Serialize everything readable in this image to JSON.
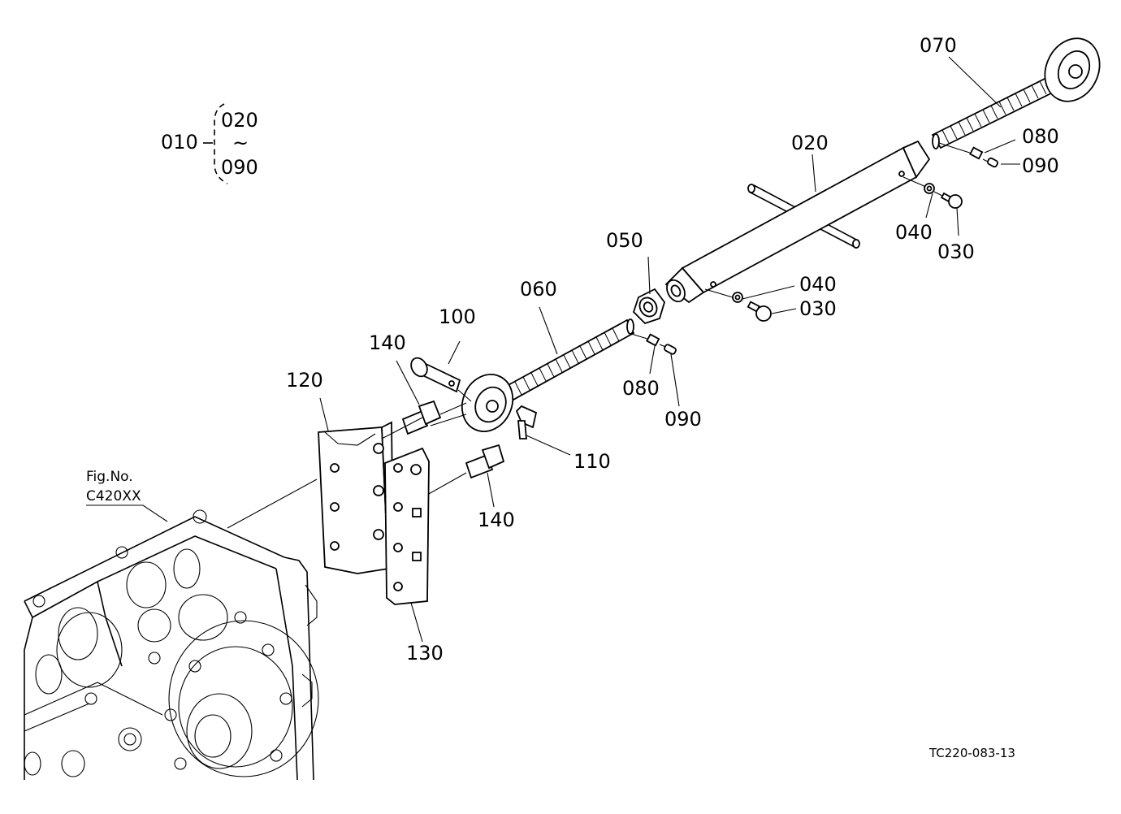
{
  "assembly": {
    "main": "010",
    "range_start": "020",
    "range_tilde": "~",
    "range_end": "090"
  },
  "labels": {
    "p070": "070",
    "p020": "020",
    "p080_top": "080",
    "p090_top": "090",
    "p040_top": "040",
    "p030_top": "030",
    "p050": "050",
    "p060": "060",
    "p040_mid": "040",
    "p030_mid": "030",
    "p100": "100",
    "p140_top": "140",
    "p120": "120",
    "p080_bot": "080",
    "p090_bot": "090",
    "p110": "110",
    "p140_bot": "140",
    "p130": "130"
  },
  "figref": {
    "line1": "Fig.No.",
    "line2": "C420XX"
  },
  "drawing_code": "TC220-083-13"
}
